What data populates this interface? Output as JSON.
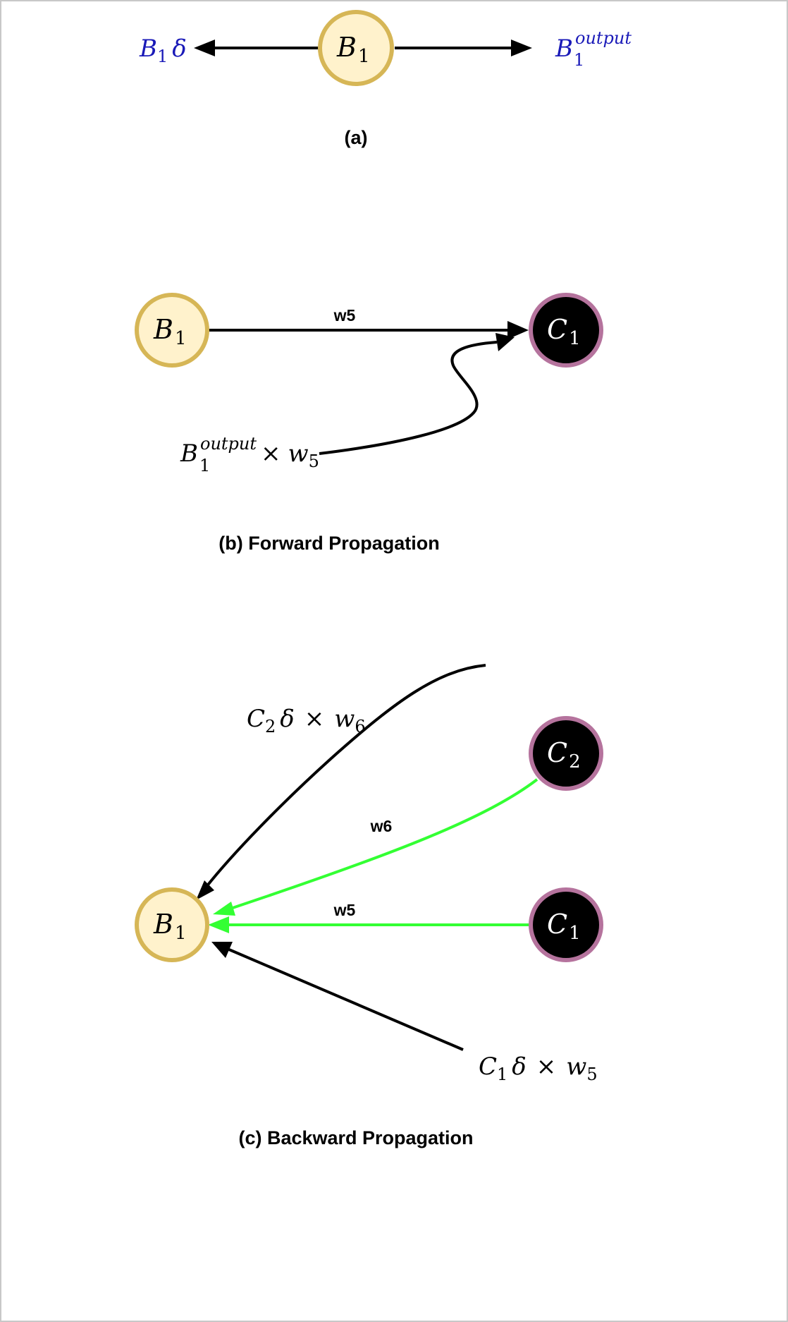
{
  "colors": {
    "b_fill": "#fff2cc",
    "b_stroke": "#d6b656",
    "c_fill": "#000000",
    "c_stroke": "#b5739d",
    "black": "#000000",
    "green": "#33ff33",
    "blue_text": "#1a1ab8"
  },
  "node_labels": {
    "b_letter": "B",
    "c_letter": "C",
    "sub1": "1",
    "sub2": "2"
  },
  "math": {
    "delta": "δ",
    "times": "×",
    "w": "w",
    "output": "output",
    "sub5": "5",
    "sub6": "6"
  },
  "panel_a": {
    "caption": "(a)"
  },
  "panel_b": {
    "caption": "(b) Forward Propagation",
    "edge_label": "w5"
  },
  "panel_c": {
    "caption": "(c) Backward Propagation",
    "edge_label_w6": "w6",
    "edge_label_w5": "w5"
  }
}
